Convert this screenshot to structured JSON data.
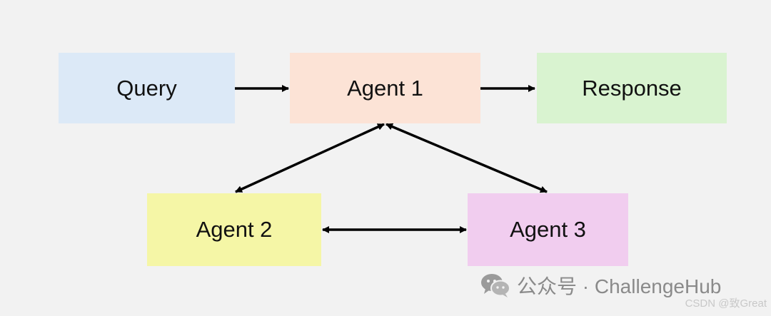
{
  "colors": {
    "background": "#f2f2f2",
    "edge": "#000000"
  },
  "nodes": [
    {
      "id": "query",
      "label": "Query",
      "fill": "#dce9f7"
    },
    {
      "id": "agent1",
      "label": "Agent 1",
      "fill": "#fce3d6"
    },
    {
      "id": "response",
      "label": "Response",
      "fill": "#d9f3d0"
    },
    {
      "id": "agent2",
      "label": "Agent 2",
      "fill": "#f5f6a6"
    },
    {
      "id": "agent3",
      "label": "Agent 3",
      "fill": "#f1cdef"
    }
  ],
  "edges": [
    {
      "from": "query",
      "to": "response",
      "via": "agent1",
      "kind": "one-way"
    },
    {
      "from": "query",
      "to": "agent1",
      "kind": "one-way"
    },
    {
      "from": "agent1",
      "to": "response",
      "kind": "one-way"
    },
    {
      "from": "agent1",
      "to": "agent2",
      "kind": "two-way"
    },
    {
      "from": "agent1",
      "to": "agent3",
      "kind": "two-way"
    },
    {
      "from": "agent2",
      "to": "agent3",
      "kind": "two-way"
    }
  ],
  "watermark": {
    "icon": "wechat-icon",
    "text": "公众号 · ChallengeHub"
  },
  "credit": {
    "text": "CSDN @致Great"
  }
}
